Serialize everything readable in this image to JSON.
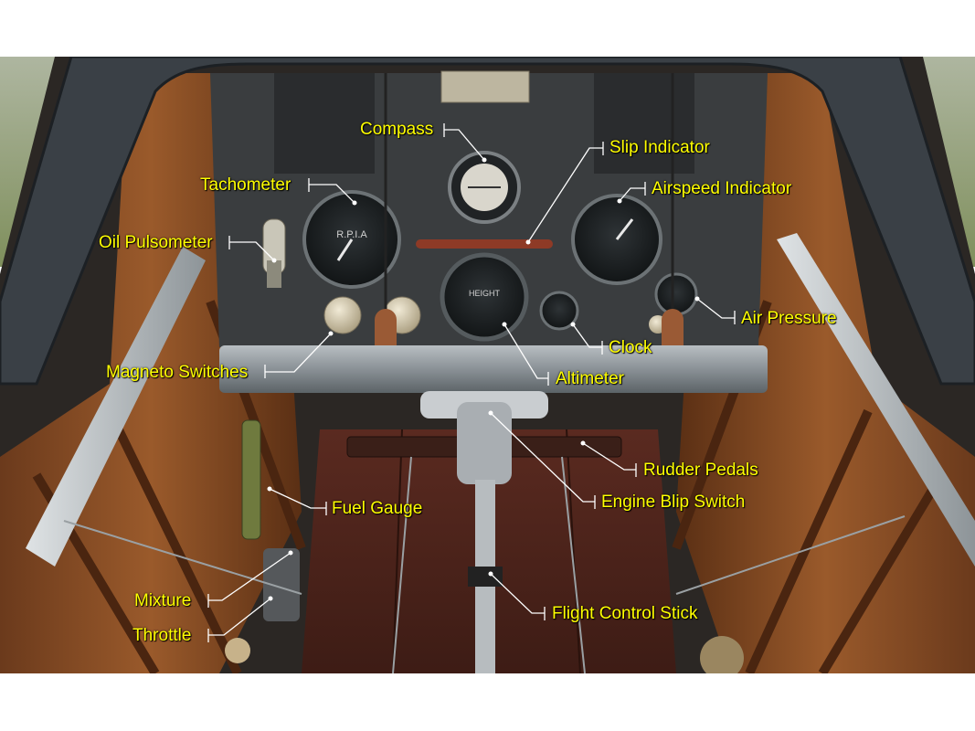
{
  "colors": {
    "label": "#ffff00",
    "leader": "#ffffff",
    "background": "#ffffff"
  },
  "labels": {
    "compass": "Compass",
    "slip_indicator": "Slip Indicator",
    "tachometer": "Tachometer",
    "airspeed_indicator": "Airspeed Indicator",
    "oil_pulsometer": "Oil Pulsometer",
    "air_pressure": "Air Pressure",
    "clock": "Clock",
    "magneto_switches": "Magneto Switches",
    "altimeter": "Altimeter",
    "rudder_pedals": "Rudder Pedals",
    "engine_blip_switch": "Engine Blip Switch",
    "fuel_gauge": "Fuel Gauge",
    "mixture": "Mixture",
    "throttle": "Throttle",
    "flight_control_stick": "Flight Control Stick"
  },
  "gauge_text": {
    "tachometer_face": "R.P.I.A",
    "altimeter_face": "HEIGHT"
  }
}
